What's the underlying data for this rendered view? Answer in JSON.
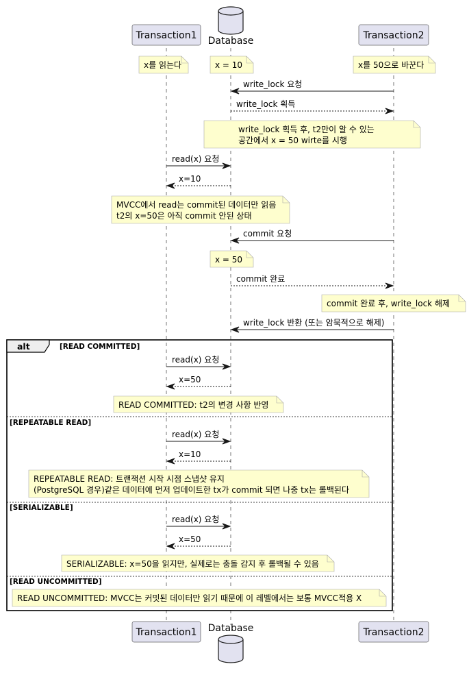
{
  "participants": [
    {
      "id": "t1",
      "label": "Transaction1",
      "kind": "participant"
    },
    {
      "id": "db",
      "label": "Database",
      "kind": "database"
    },
    {
      "id": "t2",
      "label": "Transaction2",
      "kind": "participant"
    }
  ],
  "header_notes": [
    {
      "over": "t1",
      "text": "x를 읽는다"
    },
    {
      "over": "db",
      "text": "x = 10"
    },
    {
      "over": "t2",
      "text": "x를 50으로 바꾼다"
    }
  ],
  "sequence": [
    {
      "type": "message",
      "from": "t2",
      "to": "db",
      "style": "solid",
      "label": "write_lock 요청"
    },
    {
      "type": "message",
      "from": "db",
      "to": "t2",
      "style": "dashed",
      "label": "write_lock 획득"
    },
    {
      "type": "note",
      "lines": [
        "write_lock 획득 후, t2만이 알 수 있는",
        "공간에서 x = 50 wirte를 시행"
      ]
    },
    {
      "type": "message",
      "from": "t1",
      "to": "db",
      "style": "solid",
      "label": "read(x) 요청"
    },
    {
      "type": "message",
      "from": "db",
      "to": "t1",
      "style": "dashed",
      "label": "x=10"
    },
    {
      "type": "note",
      "lines": [
        "MVCC에서 read는 commit된 데이터만 읽음",
        "t2의 x=50은 아직 commit 안된 상태"
      ]
    },
    {
      "type": "message",
      "from": "t2",
      "to": "db",
      "style": "solid",
      "label": "commit 요청"
    },
    {
      "type": "note",
      "lines": [
        "x = 50"
      ]
    },
    {
      "type": "message",
      "from": "db",
      "to": "t2",
      "style": "dashed",
      "label": "commit 완료"
    },
    {
      "type": "note",
      "lines": [
        "commit 완료 후, write_lock 해제"
      ]
    },
    {
      "type": "message",
      "from": "t2",
      "to": "db",
      "style": "solid",
      "label": "write_lock 반환 (또는 암묵적으로 해제)"
    }
  ],
  "alt": {
    "keyword": "alt",
    "sections": [
      {
        "guard": "[READ COMMITTED]",
        "items": [
          {
            "type": "message",
            "from": "t1",
            "to": "db",
            "style": "solid",
            "label": "read(x) 요청"
          },
          {
            "type": "message",
            "from": "db",
            "to": "t1",
            "style": "dashed",
            "label": "x=50"
          },
          {
            "type": "note",
            "lines": [
              "READ COMMITTED: t2의 변경 사항 반영"
            ]
          }
        ]
      },
      {
        "guard": "[REPEATABLE READ]",
        "items": [
          {
            "type": "message",
            "from": "t1",
            "to": "db",
            "style": "solid",
            "label": "read(x) 요청"
          },
          {
            "type": "message",
            "from": "db",
            "to": "t1",
            "style": "dashed",
            "label": "x=10"
          },
          {
            "type": "note",
            "lines": [
              "REPEATABLE READ: 트랜잭션 시작 시점 스냅샷 유지",
              "(PostgreSQL 경우)같은 데이터에 먼저 업데이트한 tx가 commit 되면 나중 tx는 롤백된다"
            ]
          }
        ]
      },
      {
        "guard": "[SERIALIZABLE]",
        "items": [
          {
            "type": "message",
            "from": "t1",
            "to": "db",
            "style": "solid",
            "label": "read(x) 요청"
          },
          {
            "type": "message",
            "from": "db",
            "to": "t1",
            "style": "dashed",
            "label": "x=50"
          },
          {
            "type": "note",
            "lines": [
              "SERIALIZABLE: x=50을 읽지만, 실제로는 충돌 감지 후 롤백될 수 있음"
            ]
          }
        ]
      },
      {
        "guard": "[READ UNCOMMITTED]",
        "items": [
          {
            "type": "note",
            "lines": [
              "READ UNCOMMITTED: MVCC는 커밋된 데이터만 읽기 때문에 이 레벨에서는 보통 MVCC적용 X"
            ]
          }
        ]
      }
    ]
  },
  "colors": {
    "participant_fill": "#e2e2f0",
    "participant_border": "#181818",
    "note_fill": "#fefece",
    "note_border": "#a8a8a8",
    "line": "#181818",
    "alt_tab_fill": "#eeeeee"
  }
}
